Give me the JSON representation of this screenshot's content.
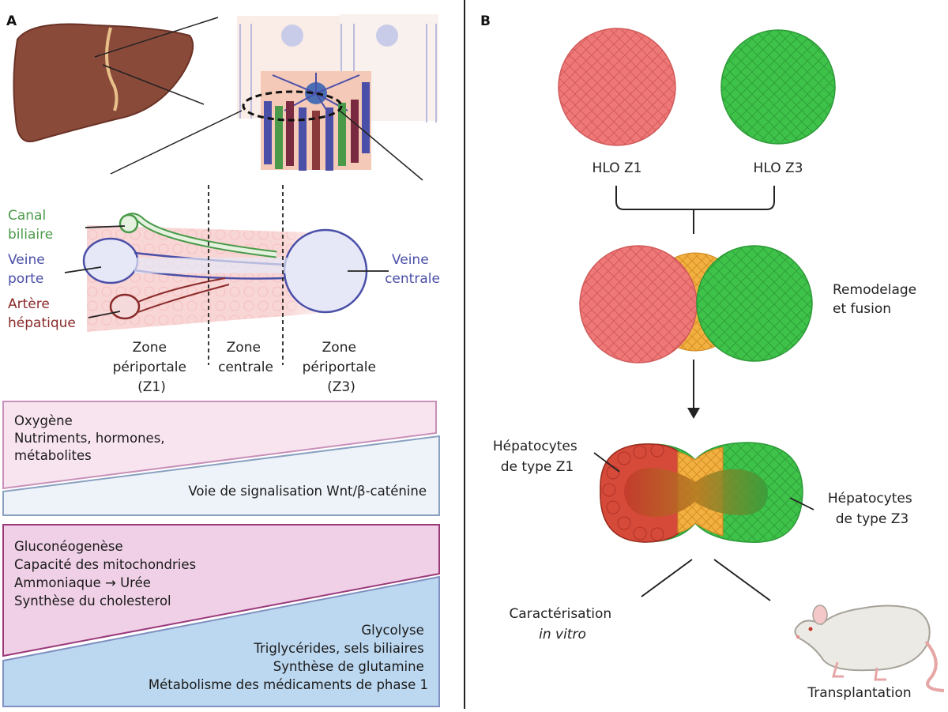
{
  "panel_a": {
    "letter": "A",
    "labels": {
      "canal_biliaire": [
        "Canal",
        "biliaire"
      ],
      "veine_porte": [
        "Veine",
        "porte"
      ],
      "artere_hepatique": [
        "Artère",
        "hépatique"
      ],
      "veine_centrale": [
        "Veine",
        "centrale"
      ]
    },
    "zones": [
      [
        "Zone",
        "périportale",
        "(Z1)"
      ],
      [
        "Zone",
        "centrale"
      ],
      [
        "Zone",
        "périportale",
        "(Z3)"
      ]
    ],
    "gradient_1": {
      "top_lines": [
        "Oxygène",
        "Nutriments, hormones,",
        "métabolites"
      ],
      "bottom_line": "Voie de signalisation Wnt/β-caténine"
    },
    "gradient_2": {
      "top_lines": [
        "Gluconéogenèse",
        "Capacité des mitochondries",
        "Ammoniaque → Urée",
        "Synthèse du cholesterol"
      ],
      "bottom_lines": [
        "Glycolyse",
        "Triglycérides, sels biliaires",
        "Synthèse de glutamine",
        "Métabolisme des médicaments de phase 1"
      ]
    }
  },
  "panel_b": {
    "letter": "B",
    "hlo_z1": "HLO Z1",
    "hlo_z3": "HLO Z3",
    "fusion": [
      "Remodelage",
      "et fusion"
    ],
    "hep_z1": [
      "Hépatocytes",
      "de type Z1"
    ],
    "hep_z3": [
      "Hépatocytes",
      "de type Z3"
    ],
    "caracterisation": [
      "Caractérisation",
      "in vitro"
    ],
    "transplantation": "Transplantation"
  },
  "colors": {
    "z1_red": "#e96a6a",
    "z3_green": "#3ec24a",
    "fusion_orange": "#f0a830",
    "canal_green": "#4a9a4a",
    "veine_blue": "#4a4fa8",
    "artere_red": "#8a2a2a",
    "pink_bar": "#f8e4ef",
    "light_blue_bar": "#eef3f9",
    "pink_bar_2": "#f0d0e6",
    "blue_bar_2": "#bcd8f0"
  }
}
